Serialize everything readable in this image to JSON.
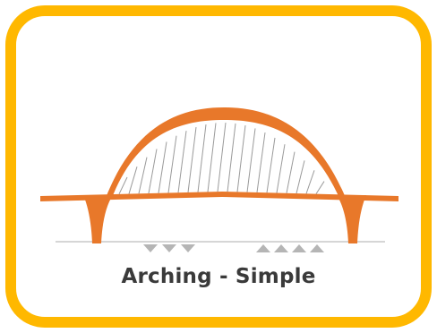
{
  "card": {
    "caption": "Arching - Simple",
    "border_color": "#FFB800"
  },
  "diagram": {
    "subject": "arch bridge",
    "arch_color": "#E8782A",
    "hanger_color": "#9a9a9a",
    "ground_color": "#c8c8c8",
    "load_marker_color": "#b4b4b4",
    "downward_markers": 3,
    "upward_markers": 4
  }
}
